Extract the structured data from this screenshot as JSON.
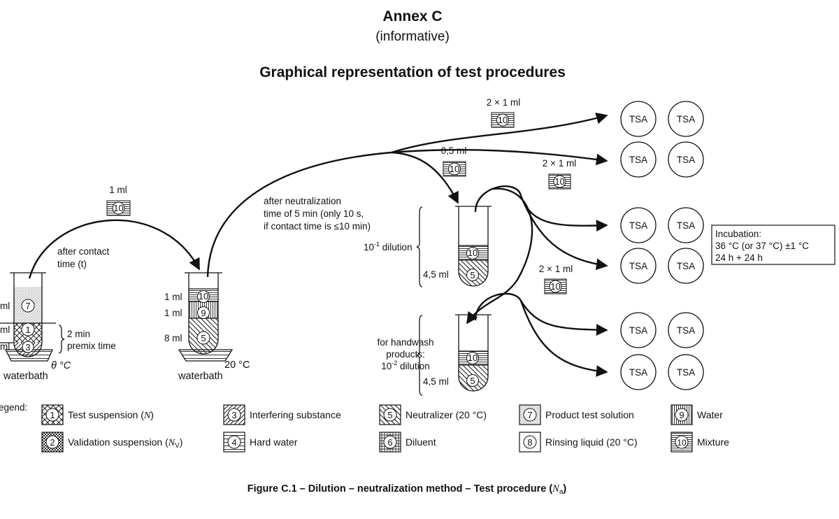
{
  "header": {
    "annex": "Annex C",
    "informative": "(informative)",
    "title": "Graphical representation of test procedures"
  },
  "tube1": {
    "vol_7": "ml",
    "vol_1": "ml",
    "vol_3": "ml",
    "premix_1": "2 min",
    "premix_2": "premix time",
    "temp": "θ °C",
    "bath": "waterbath",
    "n7": "7",
    "n1": "1",
    "n3": "3"
  },
  "transfer1": {
    "volume": "1 ml",
    "mix": "10",
    "note_1": "after contact",
    "note_2": "time (t)"
  },
  "tube2": {
    "vol_10": "1 ml",
    "vol_9": "1 ml",
    "vol_5": "8 ml",
    "temp": "20 °C",
    "bath": "waterbath",
    "n10": "10",
    "n9": "9",
    "n5": "5"
  },
  "neutralization_note": [
    "after neutralization",
    "time of 5 min (only 10 s,",
    "if contact time is ≤10 min)"
  ],
  "transfer_top": {
    "volume": "2 × 1 ml",
    "mix": "10"
  },
  "transfer_tube3": {
    "volume": "0,5 ml",
    "mix": "10"
  },
  "tube3": {
    "dilution_base": "10",
    "dilution_exp": "-1",
    "dilution_text": " dilution",
    "vol": "4,5 ml",
    "n10": "10",
    "n5": "5"
  },
  "transfer_from_tube3": {
    "volume": "2 × 1 ml",
    "mix": "10"
  },
  "tube4": {
    "note_1": "for handwash",
    "note_2": "products:",
    "dilution_base": "10",
    "dilution_exp": "-2",
    "dilution_text": " dilution",
    "vol": "4,5 ml",
    "n10": "10",
    "n5": "5"
  },
  "transfer_from_tube4": {
    "volume": "2 × 1 ml",
    "mix": "10"
  },
  "plate_label": "TSA",
  "incubation": [
    "Incubation:",
    "36 °C (or 37 °C) ±1 °C",
    "24 h + 24 h"
  ],
  "legend": {
    "title": "egend:",
    "items": [
      {
        "num": "1",
        "label": "Test suspension (",
        "sym": "N",
        "sub": "",
        "end": ")",
        "pattern": "crosshatch"
      },
      {
        "num": "2",
        "label": "Validation suspension (",
        "sym": "N",
        "sub": "V",
        "end": ")",
        "pattern": "checker"
      },
      {
        "num": "3",
        "label": "Interfering substance",
        "pattern": "diagonal-right"
      },
      {
        "num": "4",
        "label": "Hard water",
        "pattern": "horizontal"
      },
      {
        "num": "5",
        "label": "Neutralizer (20 °C)",
        "pattern": "diagonal-left"
      },
      {
        "num": "6",
        "label": "Diluent",
        "pattern": "grid"
      },
      {
        "num": "7",
        "label": "Product test solution",
        "pattern": "dots"
      },
      {
        "num": "8",
        "label": "Rinsing liquid (20 °C)",
        "pattern": "none"
      },
      {
        "num": "9",
        "label": "Water",
        "pattern": "vertical"
      },
      {
        "num": "10",
        "label": "Mixture",
        "pattern": "horizontal-dense"
      }
    ]
  },
  "caption": {
    "text": "Figure C.1 – Dilution – neutralization method – Test procedure (",
    "sym": "N",
    "sub": "a",
    "end": ")"
  }
}
